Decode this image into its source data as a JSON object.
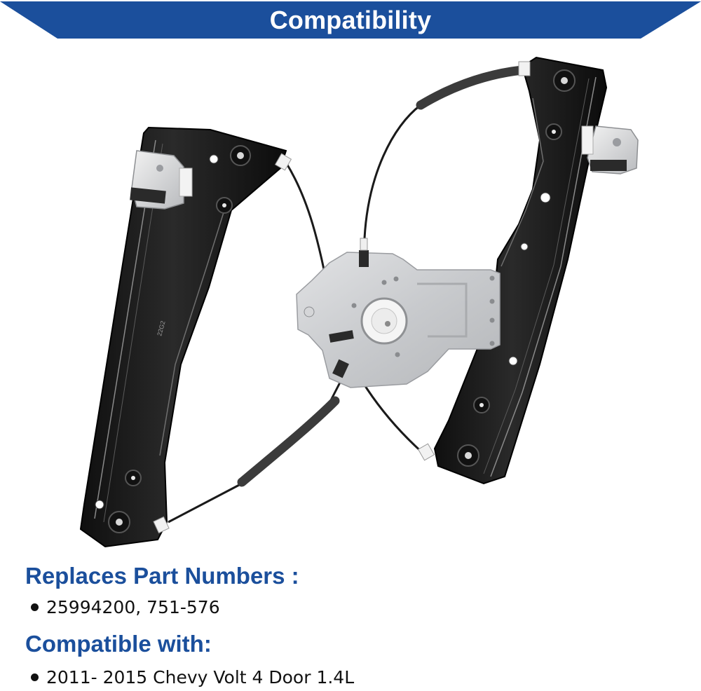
{
  "banner": {
    "title": "Compatibility",
    "color": "#1b4f9c",
    "text_color": "#ffffff"
  },
  "product_image": {
    "description": "Power window regulator (cable type) with two black steel guide rails, silver motor mounting plate, foam-sleeved cables and white plastic glass clips",
    "rail_marking": "22G2"
  },
  "sections": [
    {
      "heading": "Replaces Part Numbers :",
      "bullets": [
        "25994200, 751-576"
      ]
    },
    {
      "heading": "Compatible with:",
      "bullets": [
        "2011- 2015 Chevy Volt 4 Door 1.4L"
      ]
    }
  ],
  "colors": {
    "heading": "#1b4f9c",
    "body_text": "#111111",
    "rail": "#1c1c1c",
    "plate": "#c9cbce"
  }
}
